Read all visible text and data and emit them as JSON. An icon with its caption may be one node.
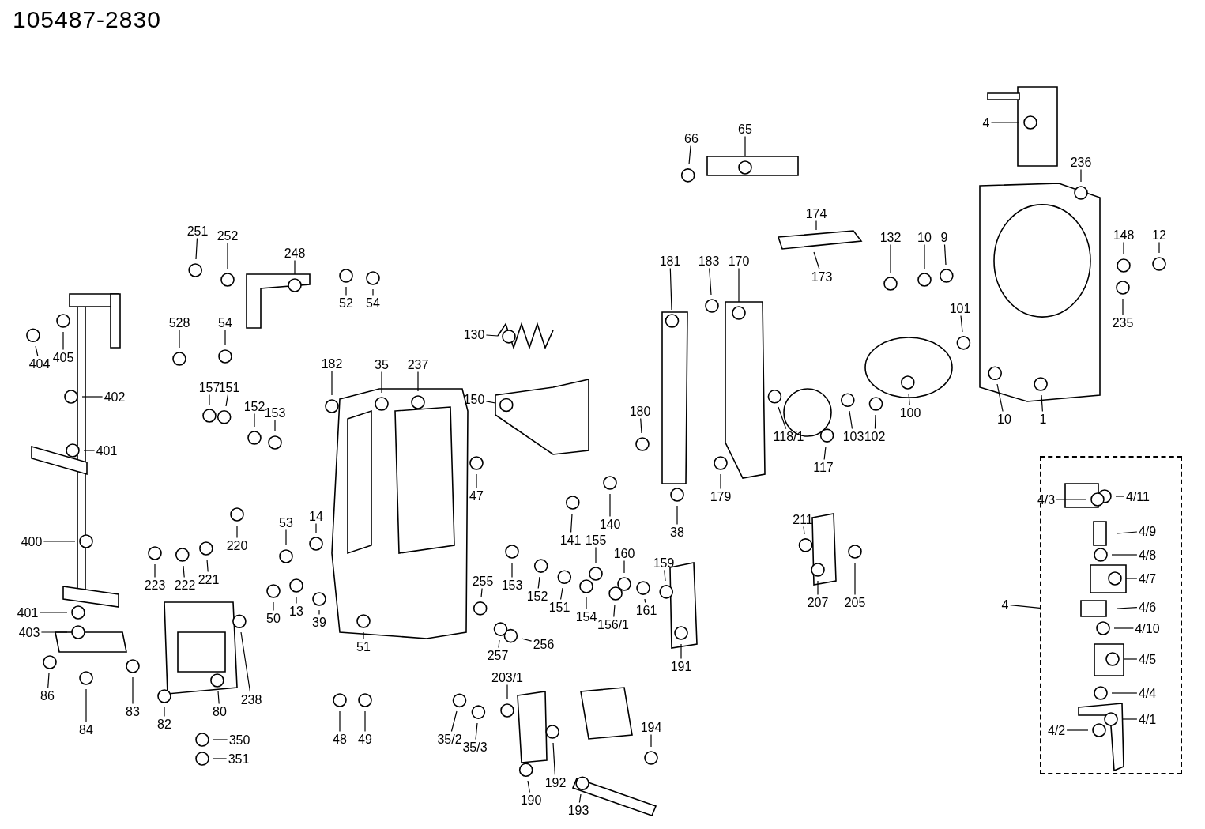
{
  "diagram": {
    "title": "105487-2830",
    "nodes": [
      {
        "text": [
          "66"
        ]
      },
      {
        "text": [
          "65"
        ]
      },
      {
        "text": [
          "4"
        ]
      },
      {
        "text": [
          "236"
        ]
      },
      {
        "text": [
          "174"
        ]
      },
      {
        "text": [
          "251"
        ]
      },
      {
        "text": [
          "252"
        ]
      },
      {
        "text": [
          "248"
        ]
      },
      {
        "text": [
          "148"
        ]
      },
      {
        "text": [
          "12"
        ]
      },
      {
        "text": [
          "132"
        ]
      },
      {
        "text": [
          "10"
        ]
      },
      {
        "text": [
          "9"
        ]
      },
      {
        "text": [
          "183"
        ]
      },
      {
        "text": [
          "170"
        ]
      },
      {
        "text": [
          "181"
        ]
      },
      {
        "text": [
          "173"
        ]
      },
      {
        "text": [
          "52"
        ]
      },
      {
        "text": [
          "54"
        ]
      },
      {
        "text": [
          "528"
        ]
      },
      {
        "text": [
          "54"
        ]
      },
      {
        "text": [
          "404"
        ]
      },
      {
        "text": [
          "405"
        ]
      },
      {
        "text": [
          "101"
        ]
      },
      {
        "text": [
          "235"
        ]
      },
      {
        "text": [
          "130"
        ]
      },
      {
        "text": [
          "182"
        ]
      },
      {
        "text": [
          "35"
        ]
      },
      {
        "text": [
          "237"
        ]
      },
      {
        "text": [
          "157"
        ]
      },
      {
        "text": [
          "151"
        ]
      },
      {
        "text": [
          "152"
        ]
      },
      {
        "text": [
          "153"
        ]
      },
      {
        "text": [
          "150"
        ]
      },
      {
        "text": [
          "402"
        ]
      },
      {
        "text": [
          "180"
        ]
      },
      {
        "text": [
          "118/1"
        ]
      },
      {
        "text": [
          "117"
        ]
      },
      {
        "text": [
          "103"
        ]
      },
      {
        "text": [
          "102"
        ]
      },
      {
        "text": [
          "100"
        ]
      },
      {
        "text": [
          "10"
        ]
      },
      {
        "text": [
          "1"
        ]
      },
      {
        "text": [
          "401"
        ]
      },
      {
        "text": [
          "47"
        ]
      },
      {
        "text": [
          "179"
        ]
      },
      {
        "text": [
          "14"
        ]
      },
      {
        "text": [
          "53"
        ]
      },
      {
        "text": [
          "141"
        ]
      },
      {
        "text": [
          "155"
        ]
      },
      {
        "text": [
          "140"
        ]
      },
      {
        "text": [
          "38"
        ]
      },
      {
        "text": [
          "211"
        ]
      },
      {
        "text": [
          "220"
        ]
      },
      {
        "text": [
          "223"
        ]
      },
      {
        "text": [
          "222"
        ]
      },
      {
        "text": [
          "221"
        ]
      },
      {
        "text": [
          "400"
        ]
      },
      {
        "text": [
          "160"
        ]
      },
      {
        "text": [
          "159"
        ]
      },
      {
        "text": [
          "153"
        ]
      },
      {
        "text": [
          "152"
        ]
      },
      {
        "text": [
          "151"
        ]
      },
      {
        "text": [
          "154"
        ]
      },
      {
        "text": [
          "156/1"
        ]
      },
      {
        "text": [
          "161"
        ]
      },
      {
        "text": [
          "255"
        ]
      },
      {
        "text": [
          "207"
        ]
      },
      {
        "text": [
          "205"
        ]
      },
      {
        "text": [
          "401"
        ]
      },
      {
        "text": [
          "50"
        ]
      },
      {
        "text": [
          "13"
        ]
      },
      {
        "text": [
          "39"
        ]
      },
      {
        "text": [
          "403"
        ]
      },
      {
        "text": [
          "256"
        ]
      },
      {
        "text": [
          "257"
        ]
      },
      {
        "text": [
          "51"
        ]
      },
      {
        "text": [
          "191"
        ]
      },
      {
        "text": [
          "238"
        ]
      },
      {
        "text": [
          "80"
        ]
      },
      {
        "text": [
          "86"
        ]
      },
      {
        "text": [
          "83"
        ]
      },
      {
        "text": [
          "82"
        ]
      },
      {
        "text": [
          "203/1"
        ]
      },
      {
        "text": [
          "194"
        ]
      },
      {
        "text": [
          "48"
        ]
      },
      {
        "text": [
          "49"
        ]
      },
      {
        "text": [
          "84"
        ]
      },
      {
        "text": [
          "35/2"
        ]
      },
      {
        "text": [
          "35/3"
        ]
      },
      {
        "text": [
          "350"
        ]
      },
      {
        "text": [
          "192"
        ]
      },
      {
        "text": [
          "351"
        ]
      },
      {
        "text": [
          "190"
        ]
      },
      {
        "text": [
          "193"
        ]
      },
      {
        "text": [
          "4"
        ]
      },
      {
        "text": [],
        "shape": "box"
      },
      {
        "text": [
          "4/11"
        ],
        "in": 96
      },
      {
        "text": [
          "4/3"
        ],
        "in": 96
      },
      {
        "text": [
          "4/9"
        ],
        "in": 96
      },
      {
        "text": [
          "4/8"
        ],
        "in": 96
      },
      {
        "text": [
          "4/7"
        ],
        "in": 96
      },
      {
        "text": [
          "4/6"
        ],
        "in": 96
      },
      {
        "text": [
          "4/10"
        ],
        "in": 96
      },
      {
        "text": [
          "4/5"
        ],
        "in": 96
      },
      {
        "text": [
          "4/4"
        ],
        "in": 96
      },
      {
        "text": [
          "4/1"
        ],
        "in": 96
      },
      {
        "text": [
          "4/2"
        ],
        "in": 96
      }
    ],
    "edges": [
      {
        "from": 0,
        "to": null,
        "arrow": "none"
      },
      {
        "from": 1,
        "to": null,
        "arrow": "none"
      },
      {
        "from": 2,
        "to": null,
        "arrow": "none"
      },
      {
        "from": 3,
        "to": null,
        "arrow": "none"
      },
      {
        "from": 4,
        "to": null,
        "arrow": "none"
      },
      {
        "from": 5,
        "to": null,
        "arrow": "none"
      },
      {
        "from": 6,
        "to": null,
        "arrow": "none"
      },
      {
        "from": 7,
        "to": null,
        "arrow": "none"
      },
      {
        "from": 8,
        "to": null,
        "arrow": "none"
      },
      {
        "from": 9,
        "to": null,
        "arrow": "none"
      },
      {
        "from": 10,
        "to": null,
        "arrow": "none"
      },
      {
        "from": 11,
        "to": null,
        "arrow": "none"
      },
      {
        "from": 12,
        "to": null,
        "arrow": "none"
      },
      {
        "from": 13,
        "to": null,
        "arrow": "none"
      },
      {
        "from": 14,
        "to": null,
        "arrow": "none"
      },
      {
        "from": 15,
        "to": null,
        "arrow": "none"
      },
      {
        "from": 16,
        "to": null,
        "arrow": "none"
      },
      {
        "from": 17,
        "to": null,
        "arrow": "none"
      },
      {
        "from": 18,
        "to": null,
        "arrow": "none"
      },
      {
        "from": 19,
        "to": null,
        "arrow": "none"
      },
      {
        "from": 20,
        "to": null,
        "arrow": "none"
      },
      {
        "from": 21,
        "to": null,
        "arrow": "none"
      },
      {
        "from": 22,
        "to": null,
        "arrow": "none"
      },
      {
        "from": 23,
        "to": null,
        "arrow": "none"
      },
      {
        "from": 24,
        "to": null,
        "arrow": "none"
      },
      {
        "from": 25,
        "to": null,
        "arrow": "none"
      },
      {
        "from": 26,
        "to": null,
        "arrow": "none"
      },
      {
        "from": 27,
        "to": null,
        "arrow": "none"
      },
      {
        "from": 28,
        "to": null,
        "arrow": "none"
      },
      {
        "from": 29,
        "to": null,
        "arrow": "none"
      },
      {
        "from": 30,
        "to": null,
        "arrow": "none"
      },
      {
        "from": 31,
        "to": null,
        "arrow": "none"
      },
      {
        "from": 32,
        "to": null,
        "arrow": "none"
      },
      {
        "from": 33,
        "to": null,
        "arrow": "none"
      },
      {
        "from": 34,
        "to": null,
        "arrow": "none"
      },
      {
        "from": 35,
        "to": null,
        "arrow": "none"
      },
      {
        "from": 36,
        "to": null,
        "arrow": "none"
      },
      {
        "from": 37,
        "to": null,
        "arrow": "none"
      },
      {
        "from": 38,
        "to": null,
        "arrow": "none"
      },
      {
        "from": 39,
        "to": null,
        "arrow": "none"
      },
      {
        "from": 40,
        "to": null,
        "arrow": "none"
      },
      {
        "from": 41,
        "to": null,
        "arrow": "none"
      },
      {
        "from": 42,
        "to": null,
        "arrow": "none"
      },
      {
        "from": 43,
        "to": null,
        "arrow": "none"
      },
      {
        "from": 44,
        "to": null,
        "arrow": "none"
      },
      {
        "from": 45,
        "to": null,
        "arrow": "none"
      },
      {
        "from": 46,
        "to": null,
        "arrow": "none"
      },
      {
        "from": 47,
        "to": null,
        "arrow": "none"
      },
      {
        "from": 48,
        "to": null,
        "arrow": "none"
      },
      {
        "from": 49,
        "to": null,
        "arrow": "none"
      },
      {
        "from": 50,
        "to": null,
        "arrow": "none"
      },
      {
        "from": 51,
        "to": null,
        "arrow": "none"
      },
      {
        "from": 52,
        "to": null,
        "arrow": "none"
      },
      {
        "from": 53,
        "to": null,
        "arrow": "none"
      },
      {
        "from": 54,
        "to": null,
        "arrow": "none"
      },
      {
        "from": 55,
        "to": null,
        "arrow": "none"
      },
      {
        "from": 56,
        "to": null,
        "arrow": "none"
      },
      {
        "from": 57,
        "to": null,
        "arrow": "none"
      },
      {
        "from": 58,
        "to": null,
        "arrow": "none"
      },
      {
        "from": 59,
        "to": null,
        "arrow": "none"
      },
      {
        "from": 60,
        "to": null,
        "arrow": "none"
      },
      {
        "from": 61,
        "to": null,
        "arrow": "none"
      },
      {
        "from": 62,
        "to": null,
        "arrow": "none"
      },
      {
        "from": 63,
        "to": null,
        "arrow": "none"
      },
      {
        "from": 64,
        "to": null,
        "arrow": "none"
      },
      {
        "from": 65,
        "to": null,
        "arrow": "none"
      },
      {
        "from": 66,
        "to": null,
        "arrow": "none"
      },
      {
        "from": 67,
        "to": null,
        "arrow": "none"
      },
      {
        "from": 68,
        "to": null,
        "arrow": "none"
      },
      {
        "from": 69,
        "to": null,
        "arrow": "none"
      },
      {
        "from": 70,
        "to": null,
        "arrow": "none"
      },
      {
        "from": 71,
        "to": null,
        "arrow": "none"
      },
      {
        "from": 72,
        "to": null,
        "arrow": "none"
      },
      {
        "from": 73,
        "to": null,
        "arrow": "none"
      },
      {
        "from": 74,
        "to": null,
        "arrow": "none"
      },
      {
        "from": 75,
        "to": null,
        "arrow": "none"
      },
      {
        "from": 76,
        "to": null,
        "arrow": "none"
      },
      {
        "from": 77,
        "to": null,
        "arrow": "none"
      },
      {
        "from": 78,
        "to": null,
        "arrow": "none"
      },
      {
        "from": 79,
        "to": null,
        "arrow": "none"
      },
      {
        "from": 80,
        "to": null,
        "arrow": "none"
      },
      {
        "from": 81,
        "to": null,
        "arrow": "none"
      },
      {
        "from": 82,
        "to": null,
        "arrow": "none"
      },
      {
        "from": 83,
        "to": null,
        "arrow": "none"
      },
      {
        "from": 84,
        "to": null,
        "arrow": "none"
      },
      {
        "from": 85,
        "to": null,
        "arrow": "none"
      },
      {
        "from": 86,
        "to": null,
        "arrow": "none"
      },
      {
        "from": 87,
        "to": null,
        "arrow": "none"
      },
      {
        "from": 88,
        "to": null,
        "arrow": "none"
      },
      {
        "from": 89,
        "to": null,
        "arrow": "none"
      },
      {
        "from": 90,
        "to": null,
        "arrow": "none"
      },
      {
        "from": 91,
        "to": null,
        "arrow": "none"
      },
      {
        "from": 92,
        "to": null,
        "arrow": "none"
      },
      {
        "from": 93,
        "to": null,
        "arrow": "none"
      },
      {
        "from": 94,
        "to": null,
        "arrow": "none"
      },
      {
        "from": 95,
        "to": 96,
        "arrow": "none"
      },
      {
        "from": 97,
        "to": null,
        "arrow": "none"
      },
      {
        "from": 98,
        "to": null,
        "arrow": "none"
      },
      {
        "from": 99,
        "to": null,
        "arrow": "none"
      },
      {
        "from": 100,
        "to": null,
        "arrow": "none"
      },
      {
        "from": 101,
        "to": null,
        "arrow": "none"
      },
      {
        "from": 102,
        "to": null,
        "arrow": "none"
      },
      {
        "from": 103,
        "to": null,
        "arrow": "none"
      },
      {
        "from": 104,
        "to": null,
        "arrow": "none"
      },
      {
        "from": 105,
        "to": null,
        "arrow": "none"
      },
      {
        "from": 106,
        "to": null,
        "arrow": "none"
      },
      {
        "from": 107,
        "to": null,
        "arrow": "none"
      }
    ]
  }
}
